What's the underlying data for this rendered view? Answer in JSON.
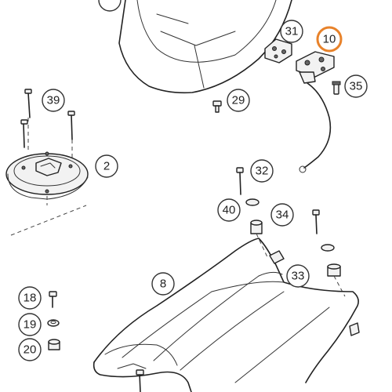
{
  "colors": {
    "line": "#222222",
    "highlight": "#e8822a",
    "background": "#ffffff"
  },
  "callouts": {
    "c8": "8",
    "c10": "10",
    "c31": "31",
    "c35": "35",
    "c39": "39",
    "c2": "2",
    "c29": "29",
    "c32": "32",
    "c40": "40",
    "c34": "34",
    "c33": "33",
    "c18": "18",
    "c19": "19",
    "c20": "20",
    "c_top": ""
  },
  "highlighted_part": "10"
}
